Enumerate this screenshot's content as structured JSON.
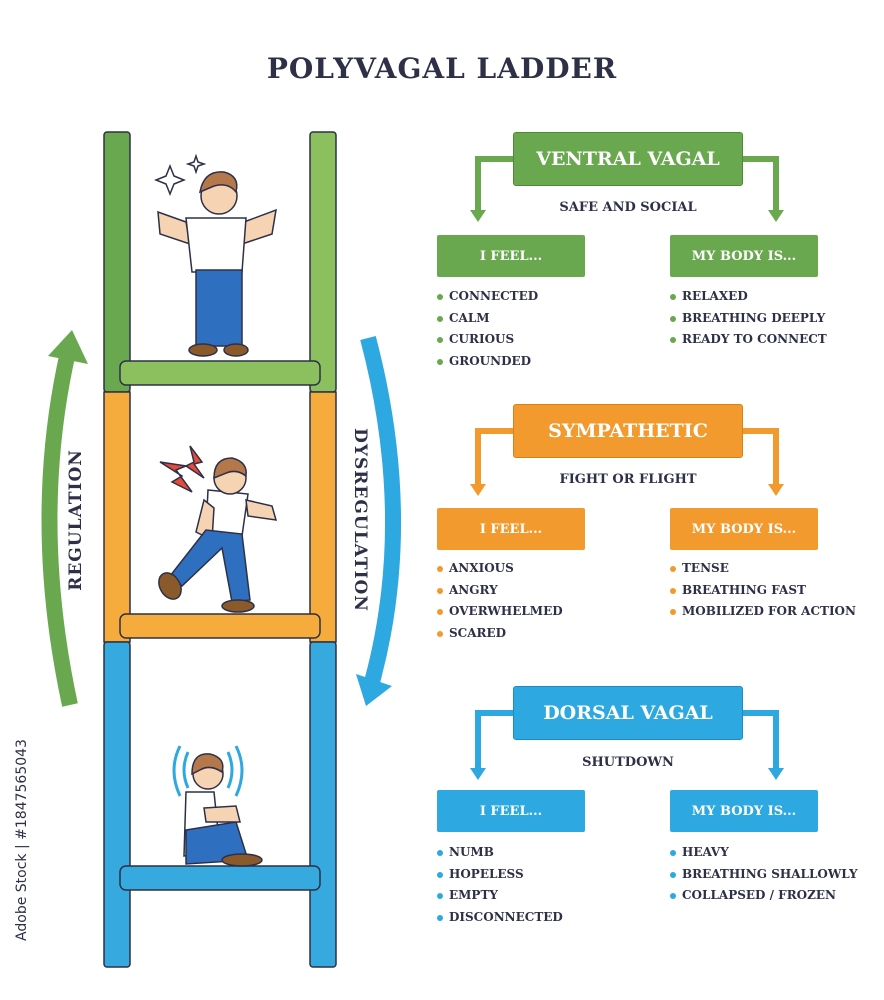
{
  "title": "POLYVAGAL LADDER",
  "side": {
    "left": "REGULATION",
    "right": "DYSREGULATION"
  },
  "credit": "Adobe Stock | #1847565043",
  "colors": {
    "green": "#6aa84f",
    "orange": "#f29a2e",
    "blue": "#2ea8e0",
    "text": "#2d3047"
  },
  "states": [
    {
      "name": "VENTRAL VAGAL",
      "caption": "SAFE AND SOCIAL",
      "feel_label": "I FEEL...",
      "body_label": "MY BODY IS...",
      "feel": [
        "CONNECTED",
        "CALM",
        "CURIOUS",
        "GROUNDED"
      ],
      "body": [
        "RELAXED",
        "BREATHING DEEPLY",
        "READY TO CONNECT"
      ]
    },
    {
      "name": "SYMPATHETIC",
      "caption": "FIGHT OR FLIGHT",
      "feel_label": "I FEEL...",
      "body_label": "MY BODY IS...",
      "feel": [
        "ANXIOUS",
        "ANGRY",
        "OVERWHELMED",
        "SCARED"
      ],
      "body": [
        "TENSE",
        "BREATHING FAST",
        "MOBILIZED FOR ACTION"
      ]
    },
    {
      "name": "DORSAL VAGAL",
      "caption": "SHUTDOWN",
      "feel_label": "I FEEL...",
      "body_label": "MY BODY IS...",
      "feel": [
        "NUMB",
        "HOPELESS",
        "EMPTY",
        "DISCONNECTED"
      ],
      "body": [
        "HEAVY",
        "BREATHING SHALLOWLY",
        "COLLAPSED / FROZEN"
      ]
    }
  ]
}
